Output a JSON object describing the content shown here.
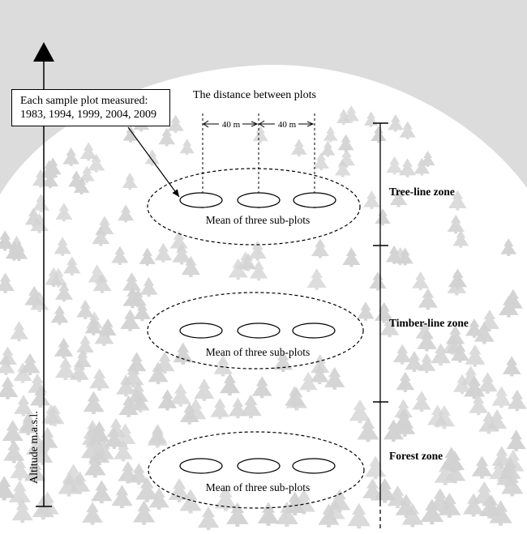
{
  "diagram": {
    "title": "The distance between plots",
    "note_line1": "Each sample plot measured:",
    "note_line2": "1983, 1994, 1999, 2004, 2009",
    "axis_label": "Altitude m.a.s.l.",
    "distance_1": "40 m",
    "distance_2": "40 m",
    "zones": [
      {
        "name": "Tree-line zone",
        "caption": "Mean of three sub-plots"
      },
      {
        "name": "Timber-line zone",
        "caption": "Mean of three sub-plots"
      },
      {
        "name": "Forest zone",
        "caption": "Mean of three sub-plots"
      }
    ]
  },
  "colors": {
    "sky": "#dcdcdc",
    "hill": "#ffffff",
    "tree": "#d2d2d2",
    "line": "#000000"
  }
}
